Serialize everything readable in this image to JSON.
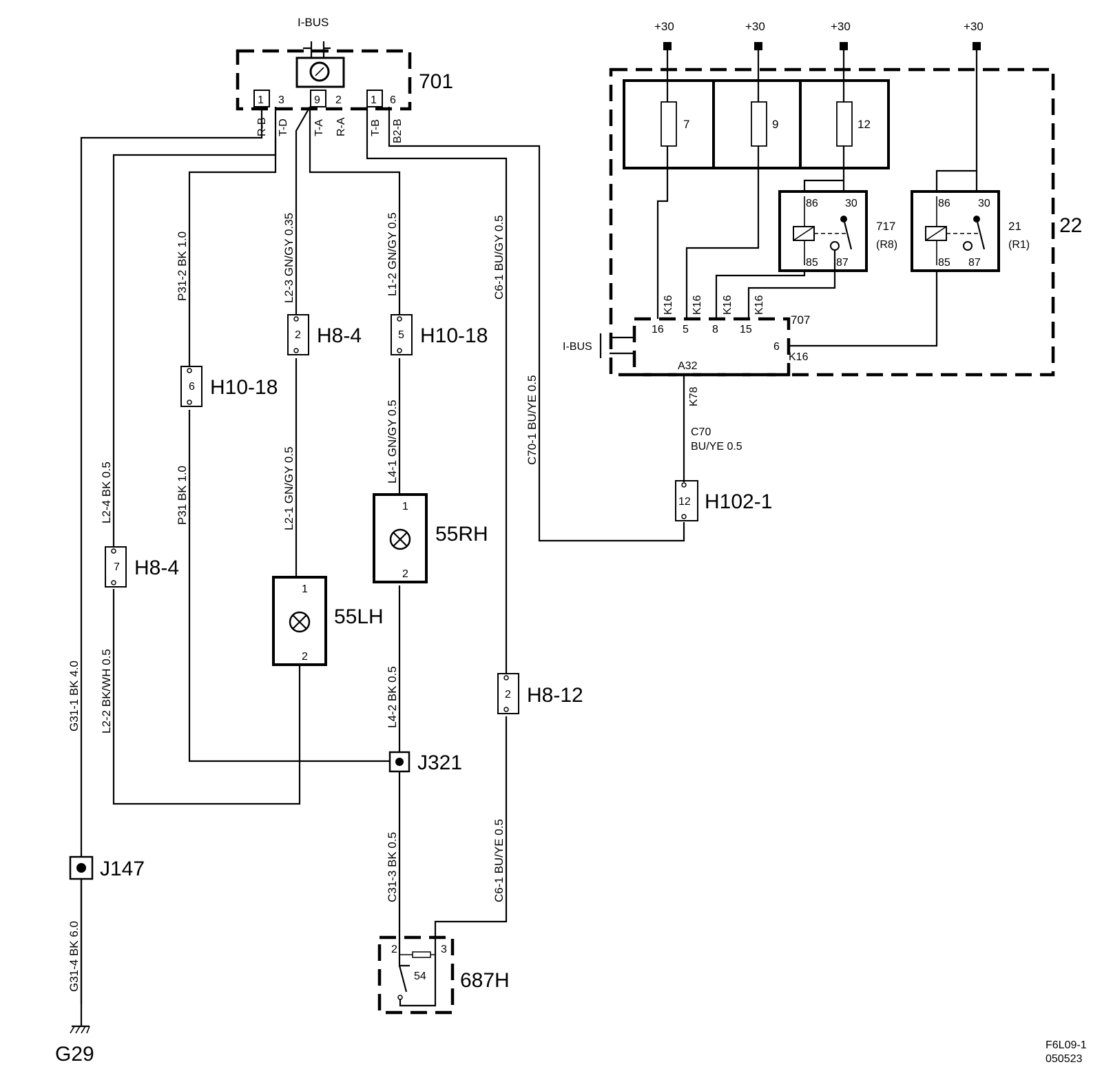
{
  "ibus_top": "I-BUS",
  "ibus_side": "I-BUS",
  "supply": [
    "+30",
    "+30",
    "+30",
    "+30"
  ],
  "module_701": {
    "name": "701",
    "pins": [
      "1",
      "3",
      "9",
      "2",
      "1",
      "6"
    ],
    "wires": [
      "R-B",
      "T-D",
      "T-A",
      "R-A",
      "T-B",
      "B2-B"
    ]
  },
  "module_22": {
    "name": "22"
  },
  "fuses": [
    "7",
    "9",
    "12"
  ],
  "relay_717": {
    "name": "717",
    "sub": "(R8)",
    "pins": [
      "86",
      "30",
      "85",
      "87"
    ]
  },
  "relay_21": {
    "name": "21",
    "sub": "(R1)",
    "pins": [
      "86",
      "30",
      "85",
      "87"
    ]
  },
  "module_707": {
    "name": "707",
    "pins": [
      "16",
      "5",
      "8",
      "15",
      "6"
    ],
    "k16": "K16",
    "a32": "A32",
    "k78": "K78"
  },
  "connectors": {
    "h10_18_a": {
      "pin": "6",
      "label": "H10-18"
    },
    "h8_4_a": {
      "pin": "2",
      "label": "H8-4"
    },
    "h10_18_b": {
      "pin": "5",
      "label": "H10-18"
    },
    "h8_4_b": {
      "pin": "7",
      "label": "H8-4"
    },
    "h8_12": {
      "pin": "2",
      "label": "H8-12"
    },
    "h102_1": {
      "pin": "12",
      "label": "H102-1"
    }
  },
  "lamp_rh": {
    "name": "55RH",
    "p1": "1",
    "p2": "2"
  },
  "lamp_lh": {
    "name": "55LH",
    "p1": "1",
    "p2": "2"
  },
  "junctions": {
    "j321": "J321",
    "j147": "J147"
  },
  "switch_687h": {
    "name": "687H",
    "p2": "2",
    "p3": "3",
    "num": "54"
  },
  "ground": "G29",
  "wires": {
    "g31_1": "G31-1  BK  4.0",
    "g31_4": "G31-4  BK  6.0",
    "l2_4": "L2-4  BK   0.5",
    "l2_2": "L2-2  BK/WH   0.5",
    "p31_2": "P31-2  BK   1.0",
    "p31": "P31  BK  1.0",
    "l2_3": "L2-3  GN/GY  0.35",
    "l2_1": "L2-1  GN/GY   0.5",
    "l1_2": "L1-2  GN/GY   0.5",
    "l4_1": "L4-1  GN/GY   0.5",
    "l4_2": "L4-2  BK   0.5",
    "c31_3": "C31-3  BK   0.5",
    "c6_1_top": "C6-1  BU/GY   0.5",
    "c70_1": "C70-1  BU/YE   0.5",
    "c6_1_bot": "C6-1  BU/YE   0.5",
    "c70_a": "C70",
    "c70_b": "BU/YE  0.5"
  },
  "footer": [
    "F6L09-1",
    "050523"
  ]
}
